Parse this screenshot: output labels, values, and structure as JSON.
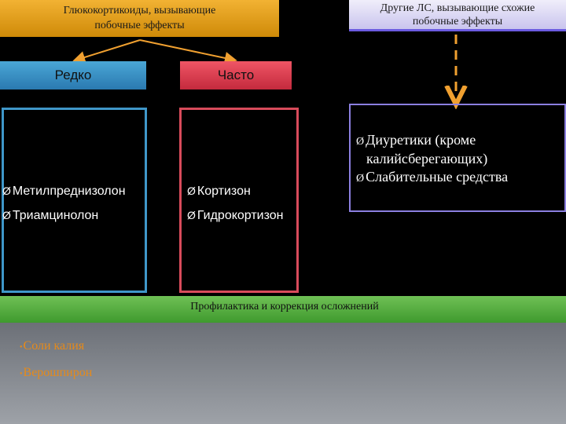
{
  "header_left": {
    "line1": "Глюкокортикоиды, вызывающие",
    "line2": "побочные эффекты"
  },
  "header_right": {
    "line1": "Другие ЛС, вызывающие схожие",
    "line2": "побочные эффекты"
  },
  "categories": {
    "rare": "Редко",
    "frequent": "Часто"
  },
  "bullet": "Ø",
  "rare_drugs": [
    "Метилпреднизолон",
    "Триамцинолон"
  ],
  "frequent_drugs": [
    "Кортизон",
    "Гидрокортизон"
  ],
  "other_drugs": {
    "item1_line1": "Диуретики (кроме",
    "item1_line2": "калийсберегающих)",
    "item2": "Слабительные средства"
  },
  "prophylaxis_title": "Профилактика и коррекция осложнений",
  "measures": [
    "Соли калия",
    "Верошпирон"
  ],
  "measure_bullet": "•",
  "colors": {
    "orange": "#e09a1a",
    "lavender": "#c9c4ee",
    "blue": "#3f97c9",
    "red": "#d84b5b",
    "purple": "#8b7fe0",
    "green": "#4fa83a",
    "gray": "#858990",
    "arrow_orange": "#f0a030"
  }
}
